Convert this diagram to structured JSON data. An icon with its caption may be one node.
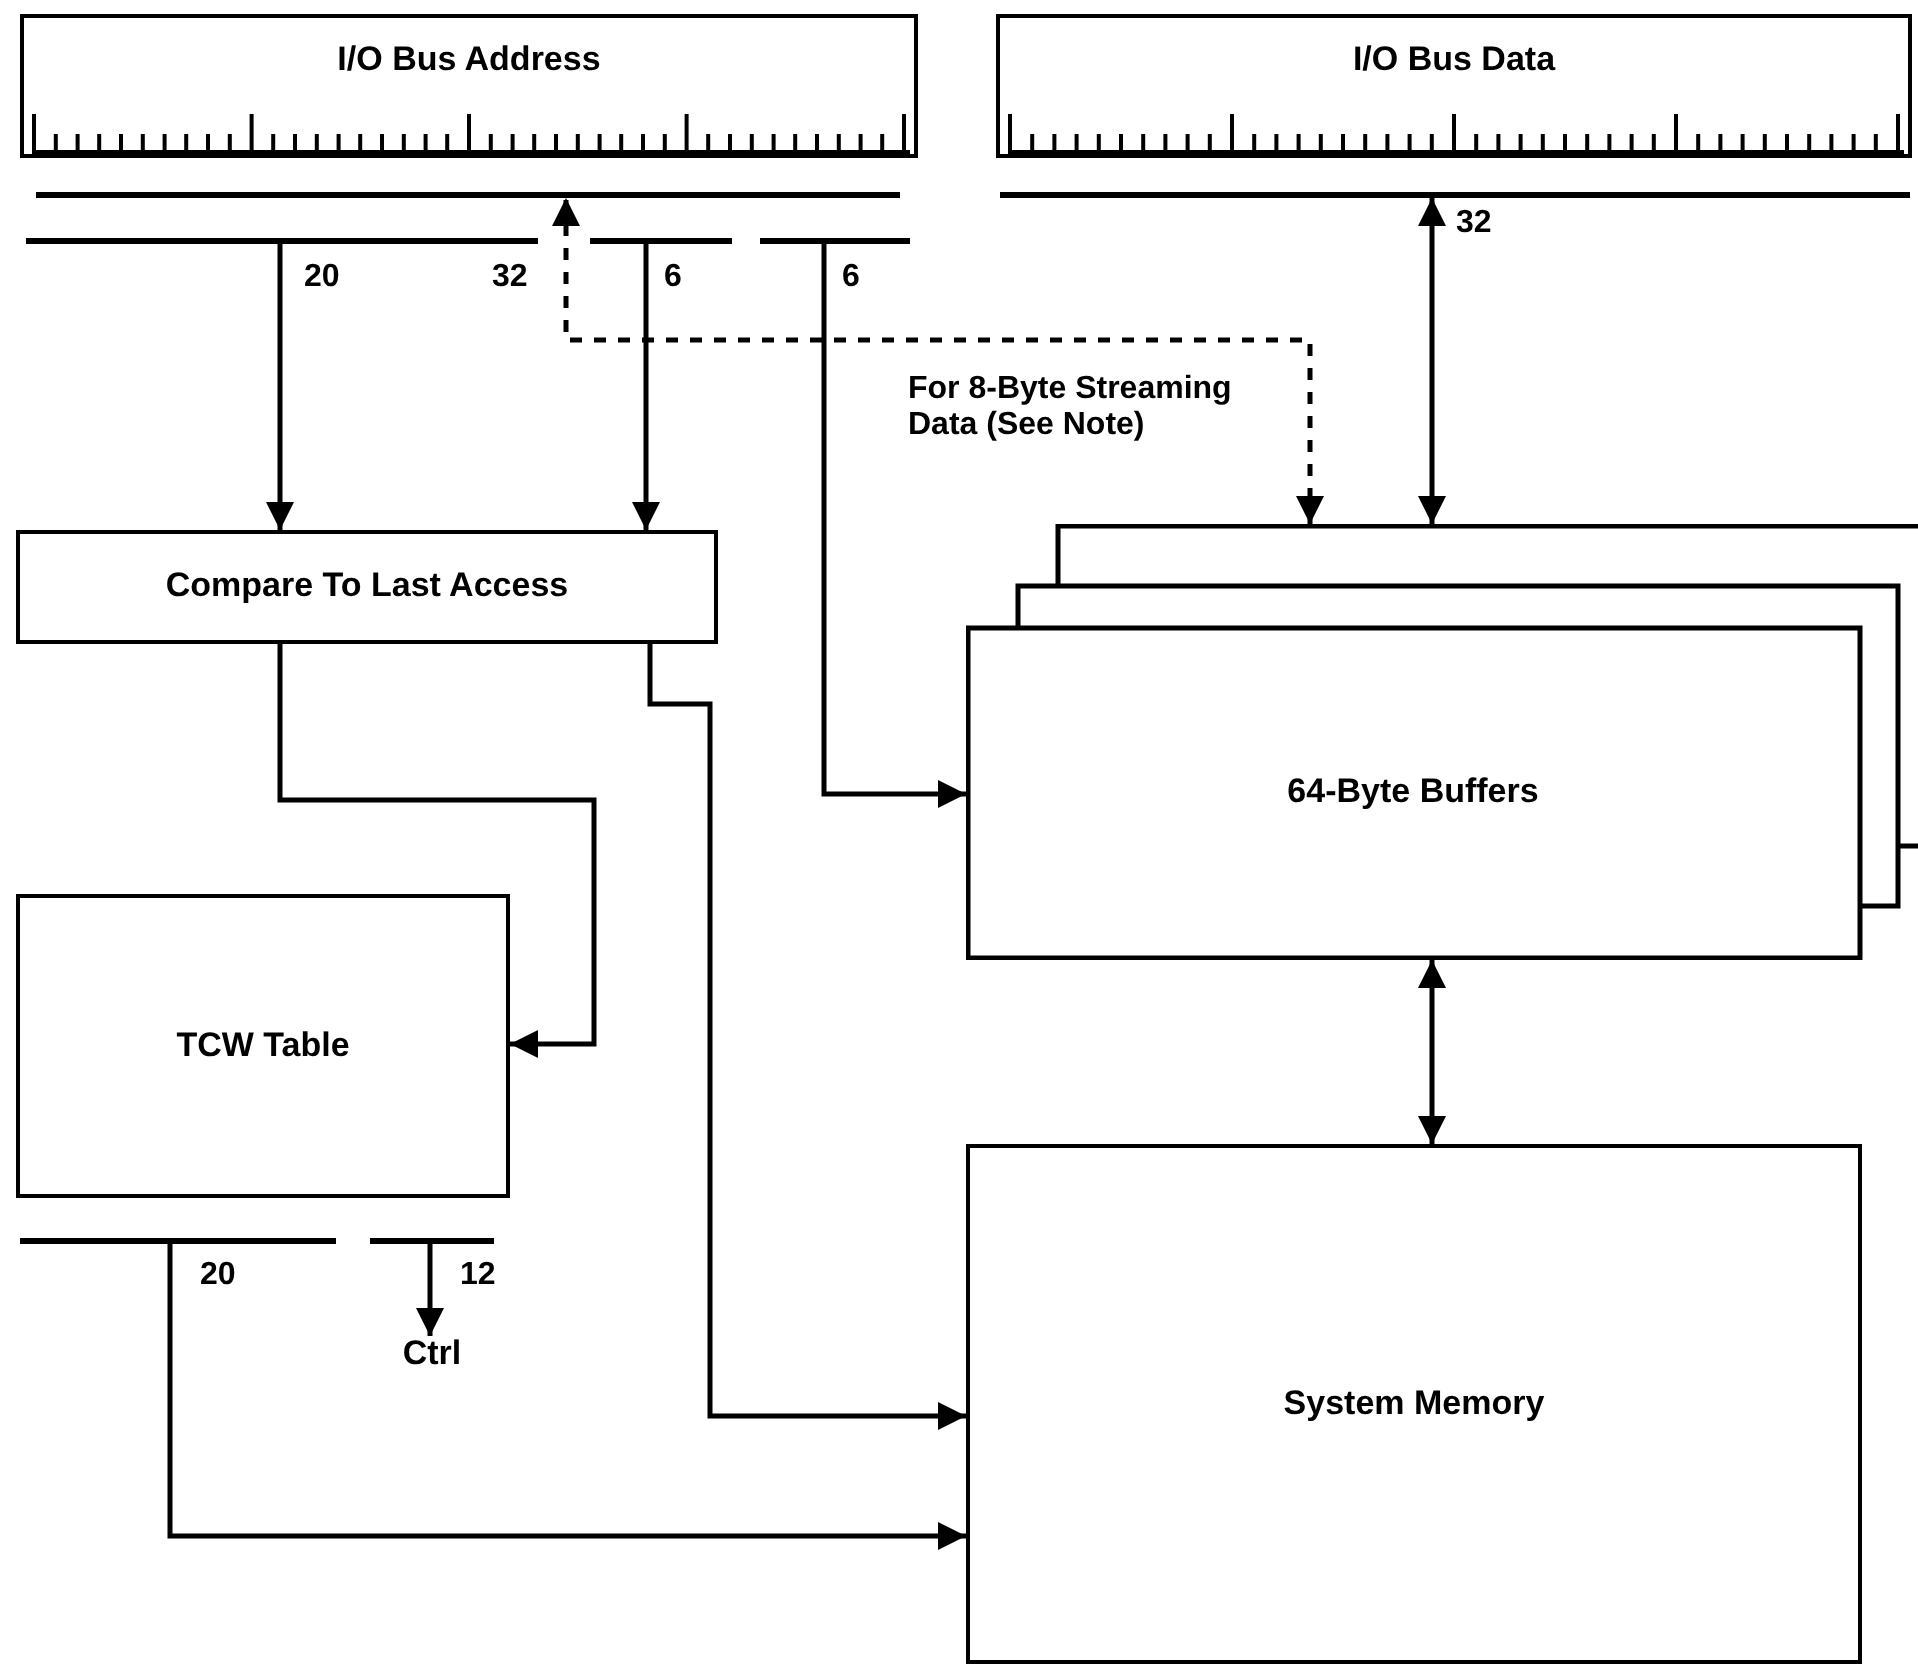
{
  "diagram": {
    "nodes": [
      {
        "text": [
          "I/O Bus Address"
        ]
      },
      {
        "text": [
          "I/O Bus Data"
        ]
      },
      {
        "text": [],
        "shape": "bar"
      },
      {
        "text": [],
        "shape": "bar"
      },
      {
        "text": [],
        "shape": "bar"
      },
      {
        "text": [],
        "shape": "bar"
      },
      {
        "text": [],
        "shape": "bar"
      },
      {
        "text": [
          "Compare To Last Access"
        ]
      },
      {
        "text": [
          "64-Byte Buffers"
        ]
      },
      {
        "text": [
          "TCW Table"
        ]
      },
      {
        "text": [],
        "shape": "bar"
      },
      {
        "text": [],
        "shape": "bar"
      },
      {
        "text": [
          "Ctrl"
        ]
      },
      {
        "text": [
          "System Memory"
        ]
      }
    ],
    "edges": [
      {
        "from": 3,
        "to": 7,
        "arrow": "to",
        "label": "20"
      },
      {
        "from": 4,
        "to": 7,
        "arrow": "to",
        "label": "6"
      },
      {
        "from": 5,
        "to": 8,
        "arrow": "to",
        "label": "6"
      },
      {
        "from": 8,
        "to": 2,
        "arrow": "both",
        "label": "32",
        "style": "dashed"
      },
      {
        "from": 6,
        "to": 8,
        "arrow": "both",
        "label": "32"
      },
      {
        "from": 7,
        "to": 9,
        "arrow": "to"
      },
      {
        "from": 7,
        "to": 13,
        "arrow": "to"
      },
      {
        "from": 8,
        "to": 13,
        "arrow": "both"
      },
      {
        "from": 10,
        "to": 13,
        "arrow": "to",
        "label": "20"
      },
      {
        "from": 11,
        "to": 12,
        "arrow": "to",
        "label": "12"
      }
    ],
    "labels": [
      "For 8-Byte Streaming Data (See Note)"
    ]
  }
}
